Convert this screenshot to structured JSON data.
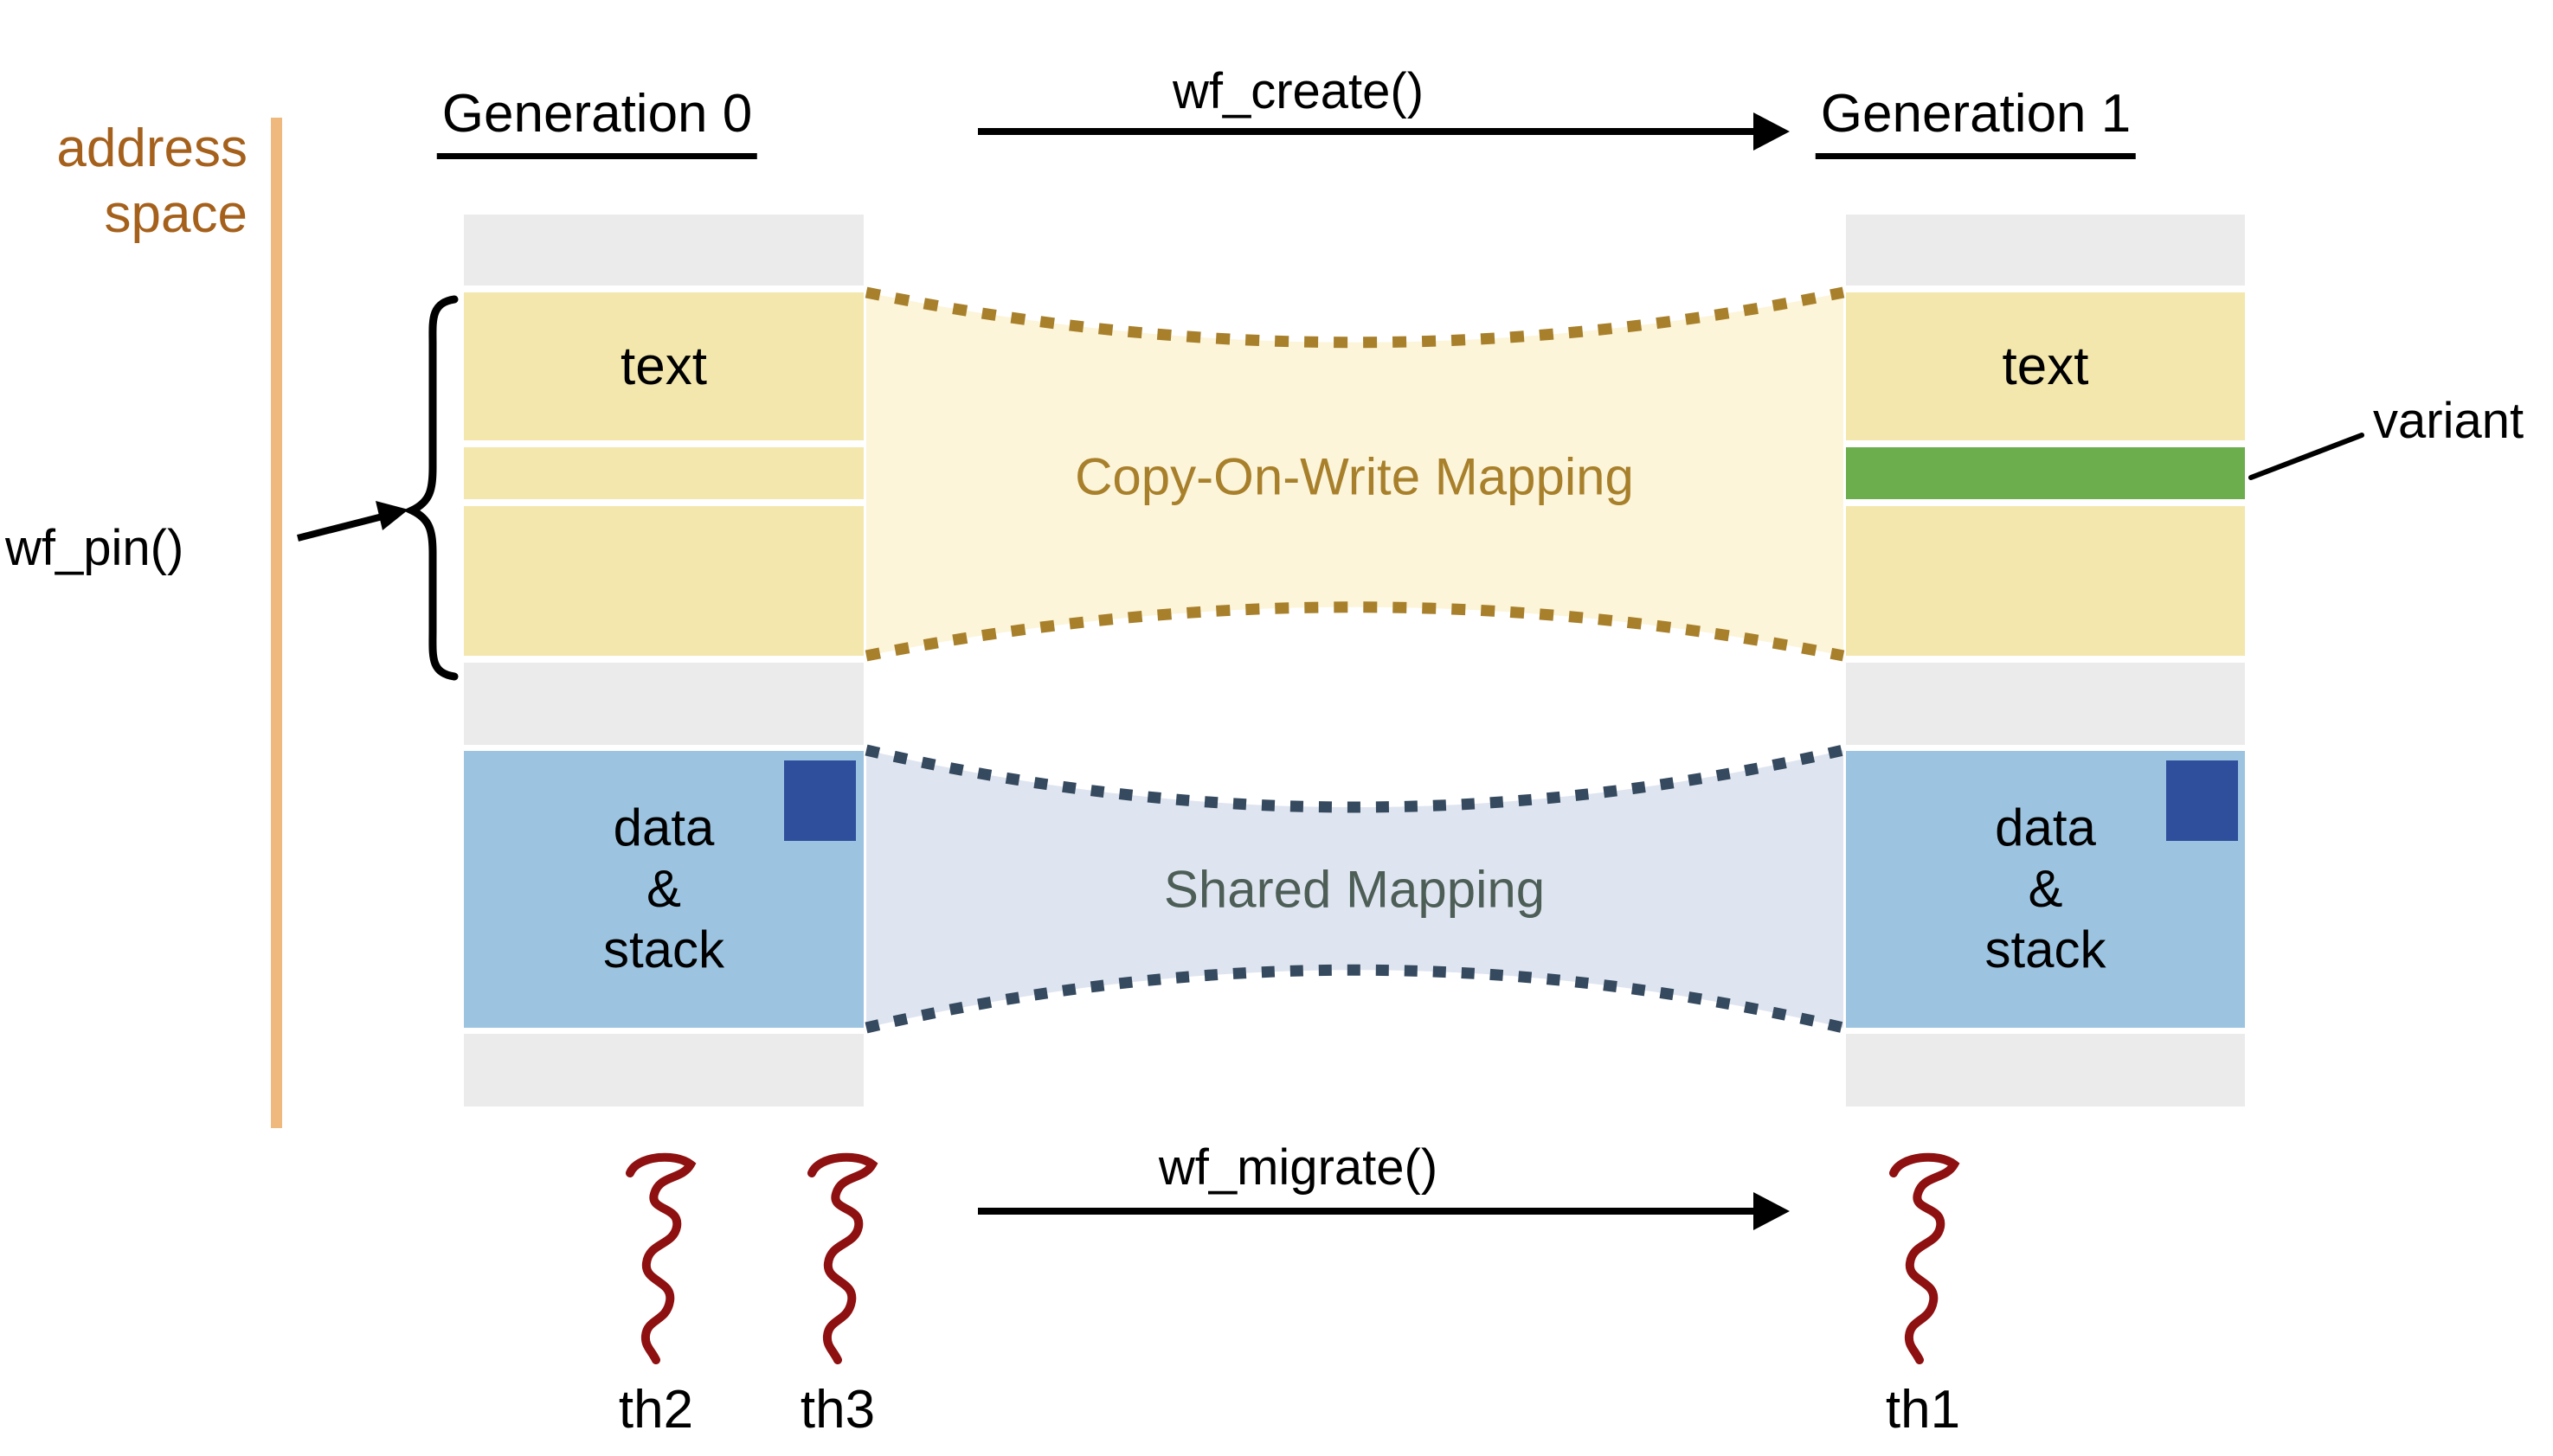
{
  "header": {
    "gen0_title": "Generation 0",
    "gen1_title": "Generation 1",
    "wf_create": "wf_create()"
  },
  "left_side": {
    "address_space_lines": [
      "address",
      "space"
    ],
    "wf_pin": "wf_pin()"
  },
  "columns": {
    "gen0": {
      "text_segment_label": "text",
      "data_stack_lines": [
        "data",
        "&",
        "stack"
      ]
    },
    "gen1": {
      "text_segment_label": "text",
      "data_stack_lines": [
        "data",
        "&",
        "stack"
      ],
      "variant_label": "variant"
    }
  },
  "mappings": {
    "cow_label": "Copy-On-Write Mapping",
    "shared_label": "Shared Mapping"
  },
  "footer": {
    "wf_migrate": "wf_migrate()",
    "thread_labels": {
      "th1": "th1",
      "th2": "th2",
      "th3": "th3"
    }
  },
  "colors": {
    "segment_gray": "#ebebeb",
    "segment_yellow": "#f3e7ad",
    "segment_green": "#6cad4d",
    "segment_blue": "#9cc4e0",
    "pinned_square_blue": "#2f4f9d",
    "cow_fill": "#fcf5da",
    "cow_border": "#a8802b",
    "shared_fill": "#dfe5f0",
    "shared_border": "#35495f",
    "shared_text": "#4d5e57",
    "axis_orange": "#efb97d",
    "address_text_brown": "#a5611c",
    "thread_red": "#8e1010"
  }
}
